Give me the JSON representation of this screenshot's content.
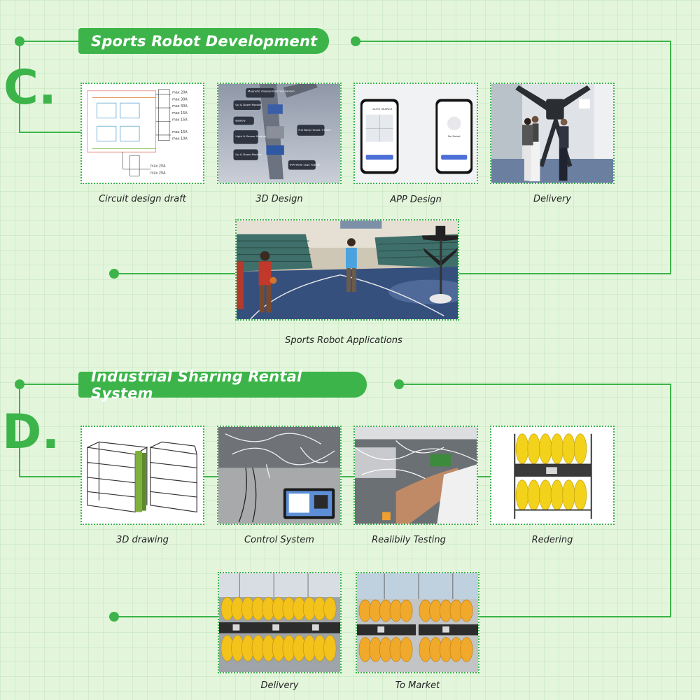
{
  "section_c": {
    "letter": "C.",
    "title": "Sports Robot Development",
    "steps": [
      {
        "caption": "Circuit design draft"
      },
      {
        "caption": "3D Design"
      },
      {
        "caption": "APP Design"
      },
      {
        "caption": "Delivery"
      }
    ],
    "application": {
      "caption": "Sports Robot Applications"
    },
    "circuit_labels": [
      "max 20A",
      "max 30A",
      "max 30A",
      "max 15A",
      "max 15A",
      "max 15A",
      "max 10A",
      "max 20A",
      "max 20A"
    ],
    "design_labels": [
      "Magnetic disassembly mechanism",
      "Up & Down Module",
      "Battery",
      "Light & Sensor Module",
      "Up & Down Module",
      "Full Body Hands +30cm",
      "EVA Body Legs regular"
    ],
    "app_texts": {
      "phone_left_title": "AUTO SEARCH",
      "phone_right_title": "No Robot"
    }
  },
  "section_d": {
    "letter": "D.",
    "title": "Industrial Sharing Rental System",
    "steps": [
      {
        "caption": "3D drawing"
      },
      {
        "caption": "Control System"
      },
      {
        "caption": "Realibily Testing"
      },
      {
        "caption": "Redering"
      }
    ],
    "final_steps": [
      {
        "caption": "Delivery"
      },
      {
        "caption": "To Market"
      }
    ]
  },
  "colors": {
    "accent": "#3db44a",
    "background": "#e3f6dc",
    "buoy": "#f3c21b"
  }
}
